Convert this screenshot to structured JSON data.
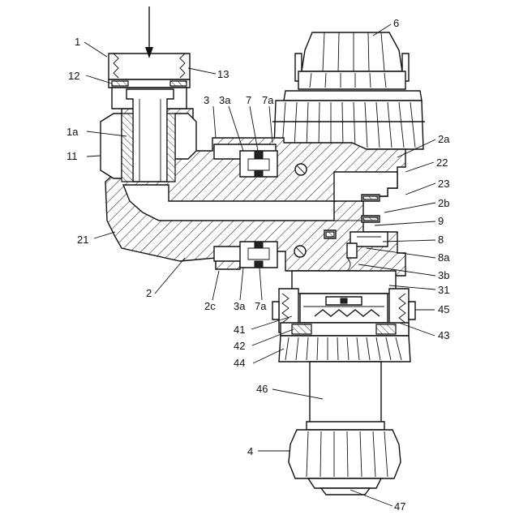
{
  "labels": {
    "l1": "1",
    "l12": "12",
    "l13": "13",
    "l1a": "1a",
    "l11": "11",
    "l21": "21",
    "l2": "2",
    "l2c": "2c",
    "l3a_b": "3a",
    "l7a_b": "7a",
    "l3": "3",
    "l3a_t": "3a",
    "l7": "7",
    "l7a_t": "7a",
    "l6": "6",
    "l2a": "2a",
    "l22": "22",
    "l23": "23",
    "l2b": "2b",
    "l9": "9",
    "l8": "8",
    "l8a": "8a",
    "l3b": "3b",
    "l31": "31",
    "l45": "45",
    "l43": "43",
    "l41": "41",
    "l42": "42",
    "l44": "44",
    "l46": "46",
    "l4": "4",
    "l47": "47"
  }
}
